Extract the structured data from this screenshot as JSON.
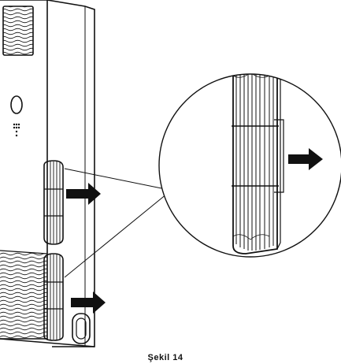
{
  "figure": {
    "caption": "Şekil 14"
  },
  "parts": [
    {
      "name": "indoor-unit-body"
    },
    {
      "name": "upper-grille"
    },
    {
      "name": "control-button"
    },
    {
      "name": "indicator-lights"
    },
    {
      "name": "upper-filter"
    },
    {
      "name": "lower-filter"
    },
    {
      "name": "lower-intake-grille"
    },
    {
      "name": "base-handle-recess"
    },
    {
      "name": "detail-magnifier-circle"
    },
    {
      "name": "enlarged-filter"
    },
    {
      "name": "pull-out-arrow-upper"
    },
    {
      "name": "pull-out-arrow-lower"
    },
    {
      "name": "pull-out-arrow-detail"
    }
  ]
}
